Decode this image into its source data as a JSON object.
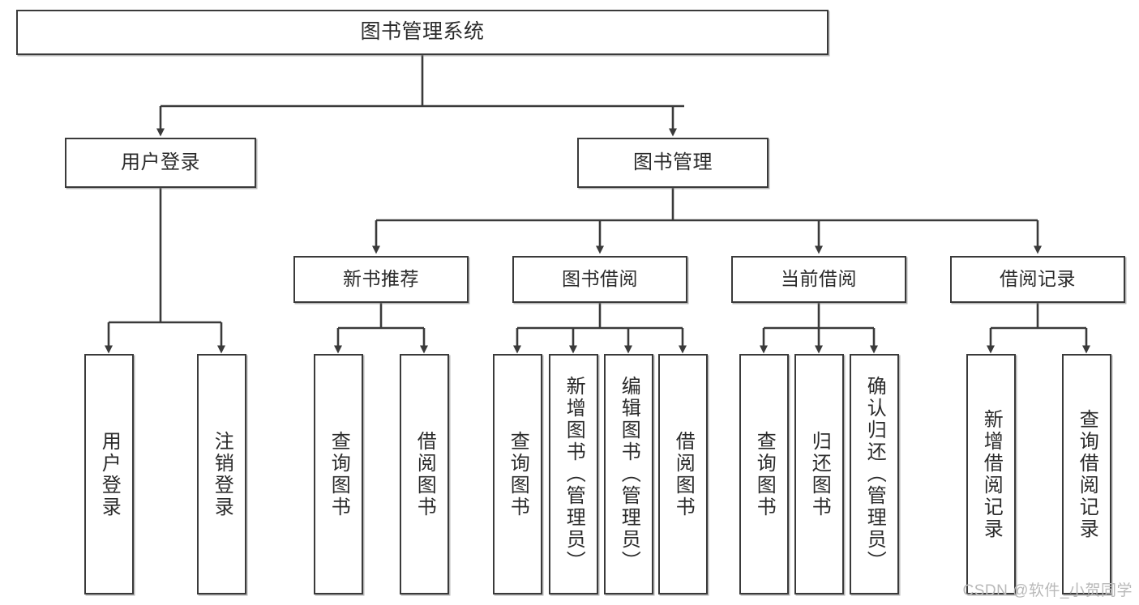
{
  "diagram": {
    "title": "图书管理系统",
    "type": "tree",
    "root": {
      "label": "图书管理系统"
    },
    "level2": [
      {
        "label": "用户登录"
      },
      {
        "label": "图书管理"
      }
    ],
    "level3": [
      {
        "label": "新书推荐"
      },
      {
        "label": "图书借阅"
      },
      {
        "label": "当前借阅"
      },
      {
        "label": "借阅记录"
      }
    ],
    "leaves": {
      "user_login": [
        {
          "label": "用户登录"
        },
        {
          "label": "注销登录"
        }
      ],
      "new_book": [
        {
          "label": "查询图书"
        },
        {
          "label": "借阅图书"
        }
      ],
      "borrow_book": [
        {
          "label": "查询图书"
        },
        {
          "label": "新增图书（管理员）"
        },
        {
          "label": "编辑图书（管理员）"
        },
        {
          "label": "借阅图书"
        }
      ],
      "current_borrow": [
        {
          "label": "查询图书"
        },
        {
          "label": "归还图书"
        },
        {
          "label": "确认归还（管理员）"
        }
      ],
      "borrow_record": [
        {
          "label": "新增借阅记录"
        },
        {
          "label": "查询借阅记录"
        }
      ]
    }
  },
  "watermark": {
    "text": "CSDN @软件_小贺同学"
  },
  "colors": {
    "stroke": "#3a3a3a",
    "text": "#2b2b2b",
    "background": "#ffffff",
    "watermark": "#b9b9b9"
  }
}
